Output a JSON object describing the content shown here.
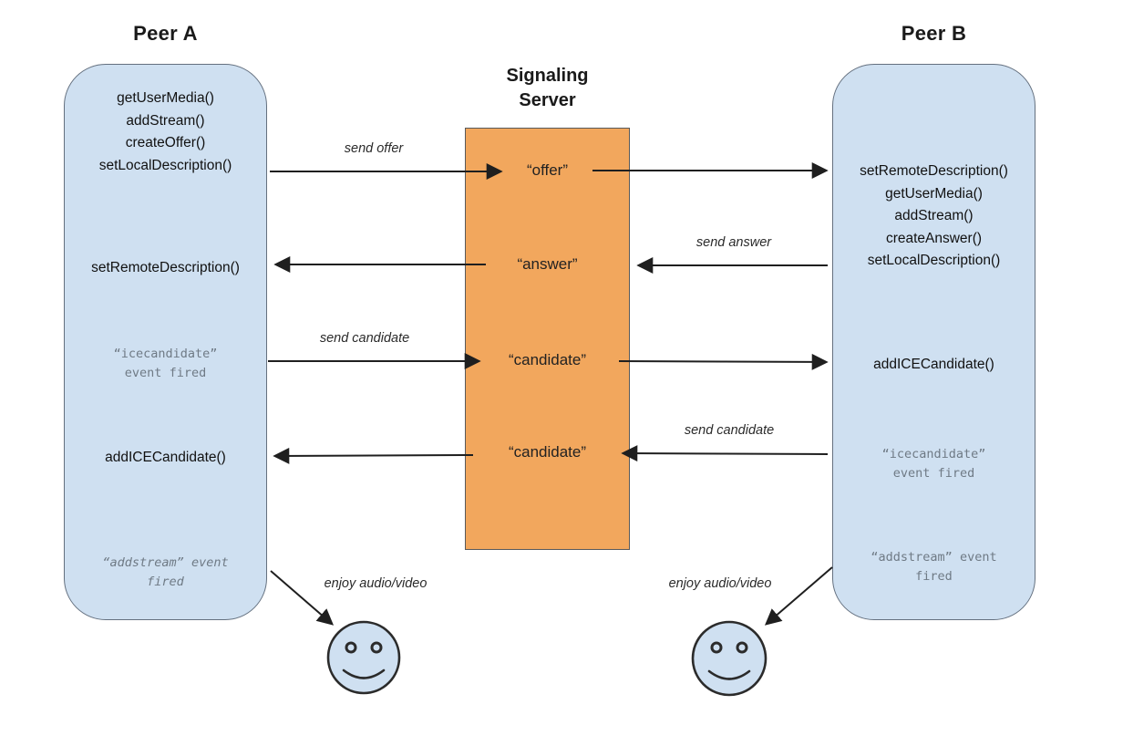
{
  "peer_a": {
    "title": "Peer A",
    "initial_calls": [
      "getUserMedia()",
      "addStream()",
      "createOffer()",
      "setLocalDescription()"
    ],
    "set_remote_description": "setRemoteDescription()",
    "icecandidate_event": [
      "“icecandidate”",
      "event fired"
    ],
    "add_ice_candidate": "addICECandidate()",
    "addstream_event": [
      "“addstream” event",
      "fired"
    ]
  },
  "signaling_server": {
    "title": [
      "Signaling",
      "Server"
    ],
    "messages": [
      "“offer”",
      "“answer”",
      "“candidate”",
      "“candidate”"
    ]
  },
  "peer_b": {
    "title": "Peer B",
    "initial_calls": [
      "setRemoteDescription()",
      "getUserMedia()",
      "addStream()",
      "createAnswer()",
      "setLocalDescription()"
    ],
    "add_ice_candidate": "addICECandidate()",
    "icecandidate_event": [
      "“icecandidate”",
      "event fired"
    ],
    "addstream_event": [
      "“addstream” event",
      "fired"
    ]
  },
  "arrow_labels": {
    "send_offer": "send offer",
    "send_answer": "send answer",
    "send_candidate_a_to_server": "send candidate",
    "send_candidate_b_to_server": "send candidate",
    "enjoy_audio_video_left": "enjoy audio/video",
    "enjoy_audio_video_right": "enjoy audio/video"
  },
  "colors": {
    "peer_box_fill": "#cfe0f1",
    "peer_box_border": "#64707f",
    "server_box_fill": "#f2a75d",
    "server_box_border": "#595959",
    "event_text_gray": "#6f7a85",
    "arrow_stroke": "#1f1f1f"
  }
}
